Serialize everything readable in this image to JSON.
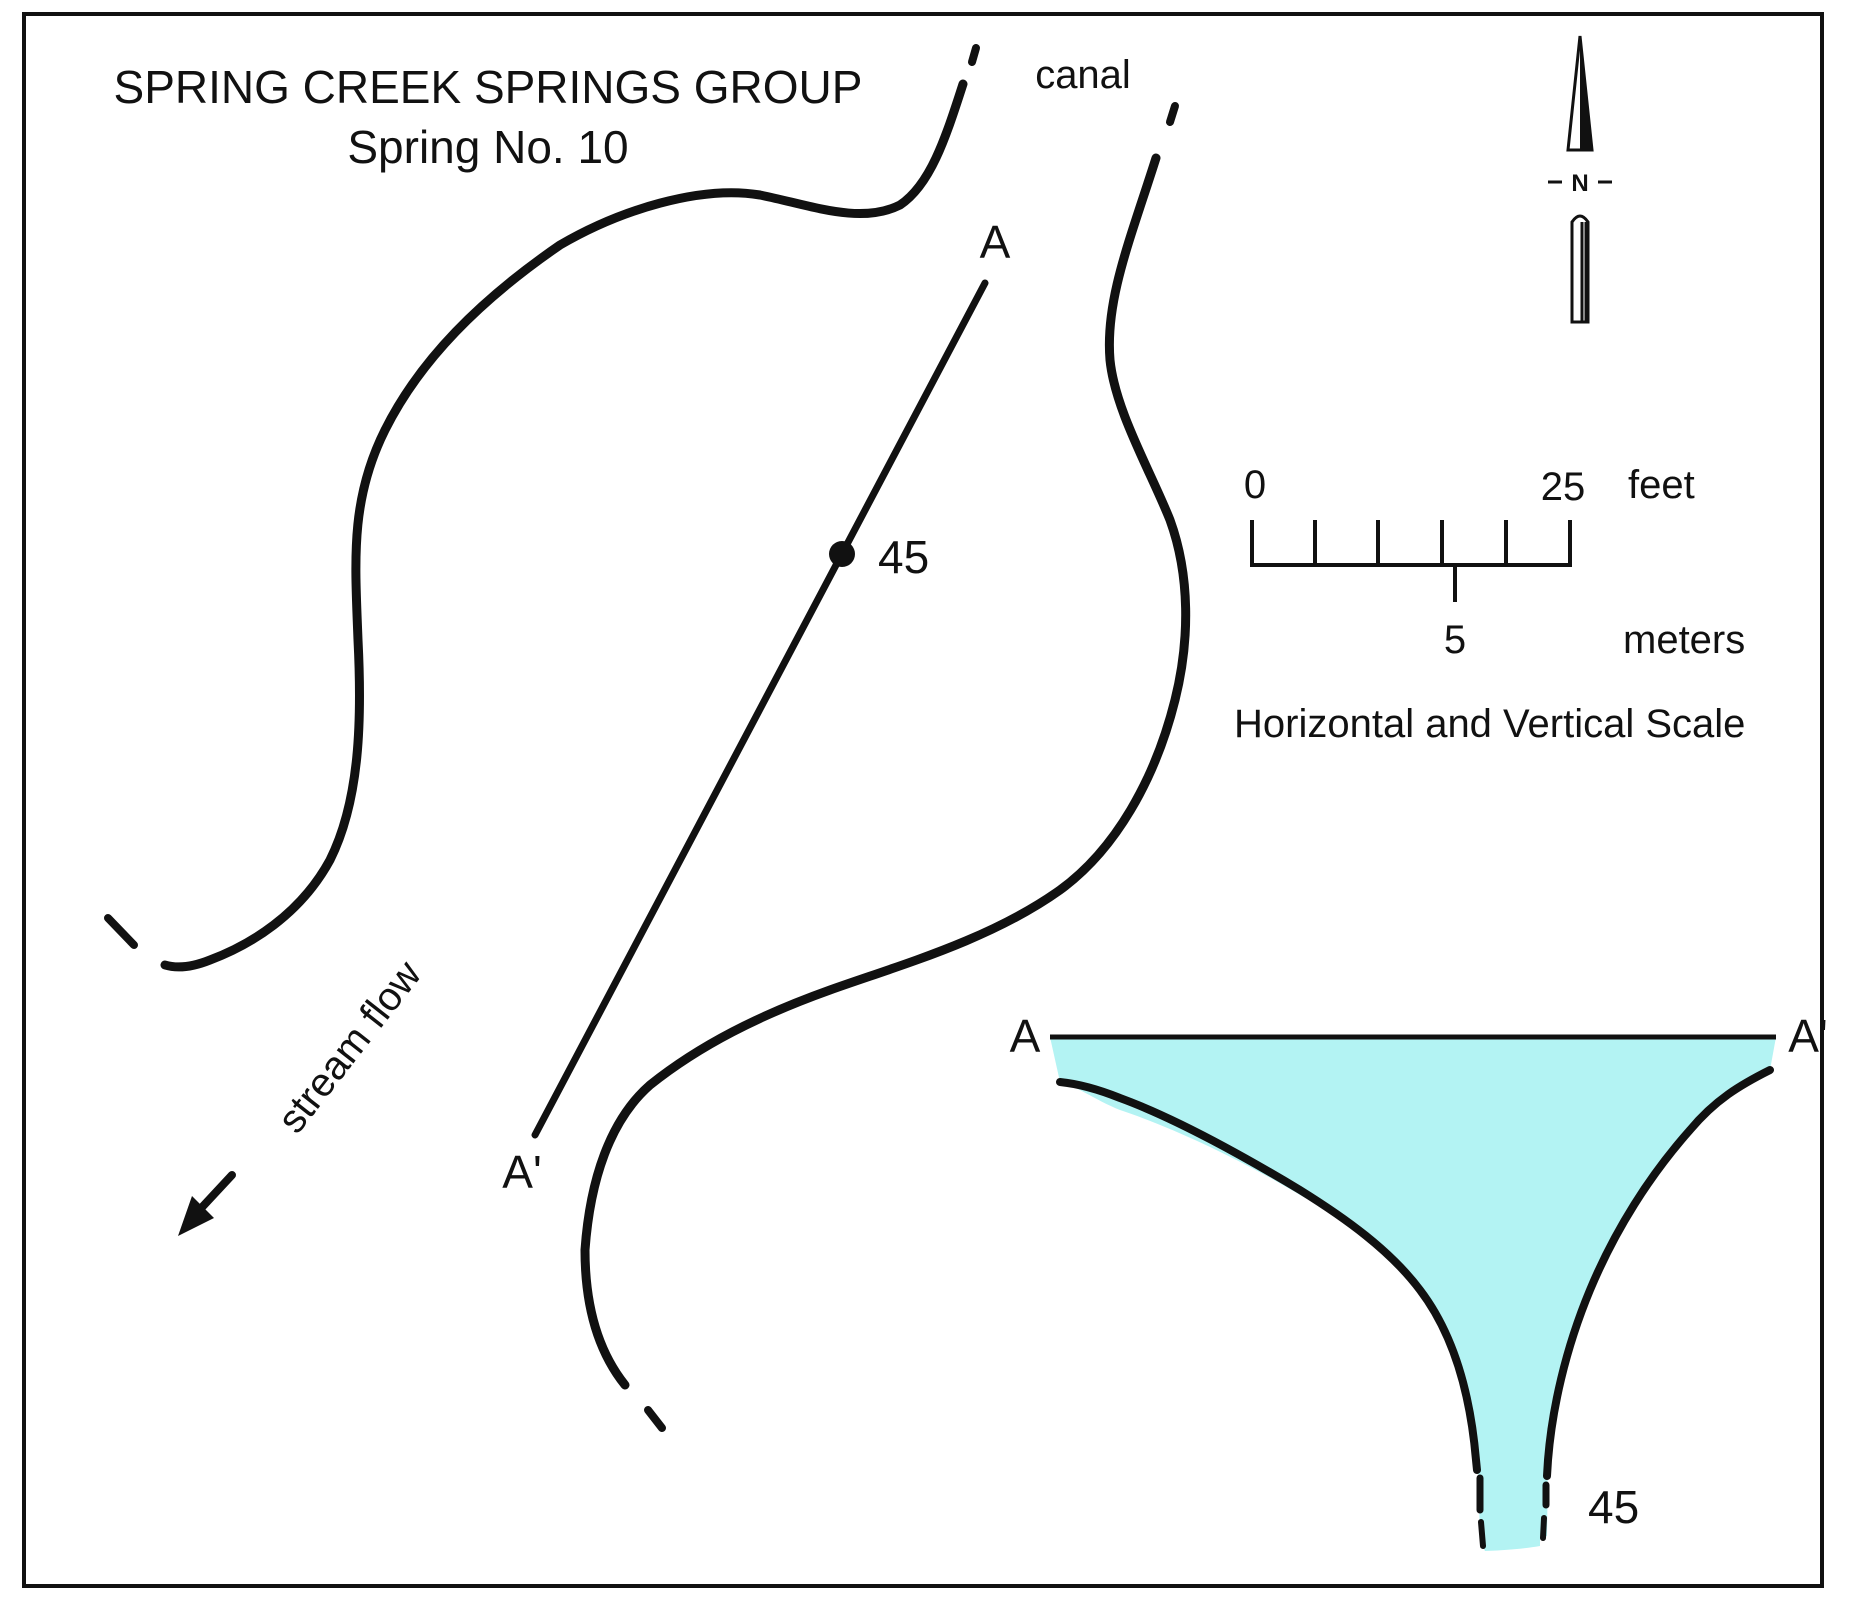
{
  "title": "SPRING CREEK SPRINGS GROUP",
  "subtitle": "Spring No. 10",
  "labels": {
    "canal": "canal",
    "section_start": "A",
    "section_end": "A'",
    "depth_point": "45",
    "stream_flow": "stream flow",
    "north": "N"
  },
  "scale_bar": {
    "feet_zero": "0",
    "feet_max": "25",
    "feet_unit": "feet",
    "meters_mark": "5",
    "meters_unit": "meters",
    "caption": "Horizontal and Vertical Scale"
  },
  "cross_section": {
    "left_label": "A",
    "right_label": "A'",
    "depth_label": "45",
    "water_color": "#b3f3f3"
  },
  "colors": {
    "ink": "#111111",
    "water": "#b3f3f3",
    "frame": "#111111"
  },
  "icons": {
    "north_arrow": "north-arrow-icon",
    "flow_arrow": "arrow-down-left-icon"
  }
}
